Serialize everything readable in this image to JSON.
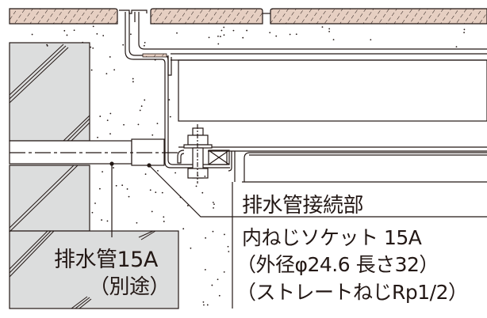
{
  "diagram": {
    "colors": {
      "tile": "#e6cfc2",
      "panel": "#dcdddd",
      "line": "#231815"
    },
    "labels": {
      "drain_pipe": "排水管15A",
      "drain_pipe_note": "（別途）",
      "connection_title": "排水管接続部",
      "socket_line1": "内ねじソケット 15A",
      "socket_line2": "（外径φ24.6 長さ32）",
      "socket_line3": "（ストレートねじRp1/2）"
    }
  }
}
